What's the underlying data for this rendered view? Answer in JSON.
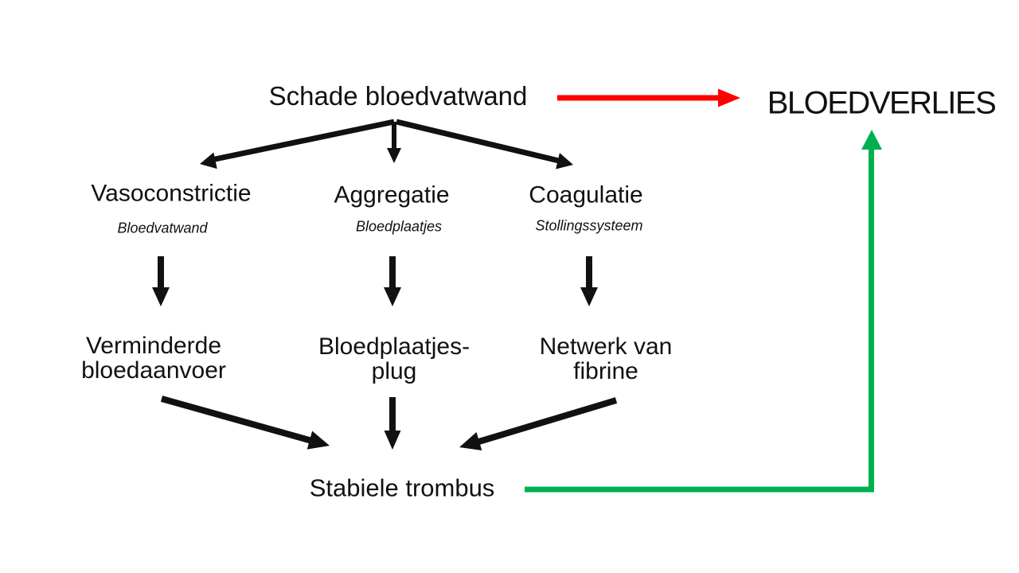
{
  "colors": {
    "black": "#111111",
    "red": "#FF0000",
    "green": "#00B050"
  },
  "nodes": {
    "schade": {
      "label": "Schade bloedvatwand"
    },
    "bloedverlies": {
      "label": "BLOEDVERLIES"
    },
    "vasoconstrictie": {
      "label": "Vasoconstrictie",
      "sublabel": "Bloedvatwand"
    },
    "aggregatie": {
      "label": "Aggregatie",
      "sublabel": "Bloedplaatjes"
    },
    "coagulatie": {
      "label": "Coagulatie",
      "sublabel": "Stollingssysteem"
    },
    "verminderde": {
      "line1": "Verminderde",
      "line2": "bloedaanvoer"
    },
    "plug": {
      "line1": "Bloedplaatjes-",
      "line2": "plug"
    },
    "netwerk": {
      "line1": "Netwerk van",
      "line2": "fibrine"
    },
    "trombus": {
      "label": "Stabiele trombus"
    }
  },
  "arrows": {
    "red_arrow": "schade-to-bloedverlies",
    "green_arrow": "trombus-to-bloedverlies"
  }
}
